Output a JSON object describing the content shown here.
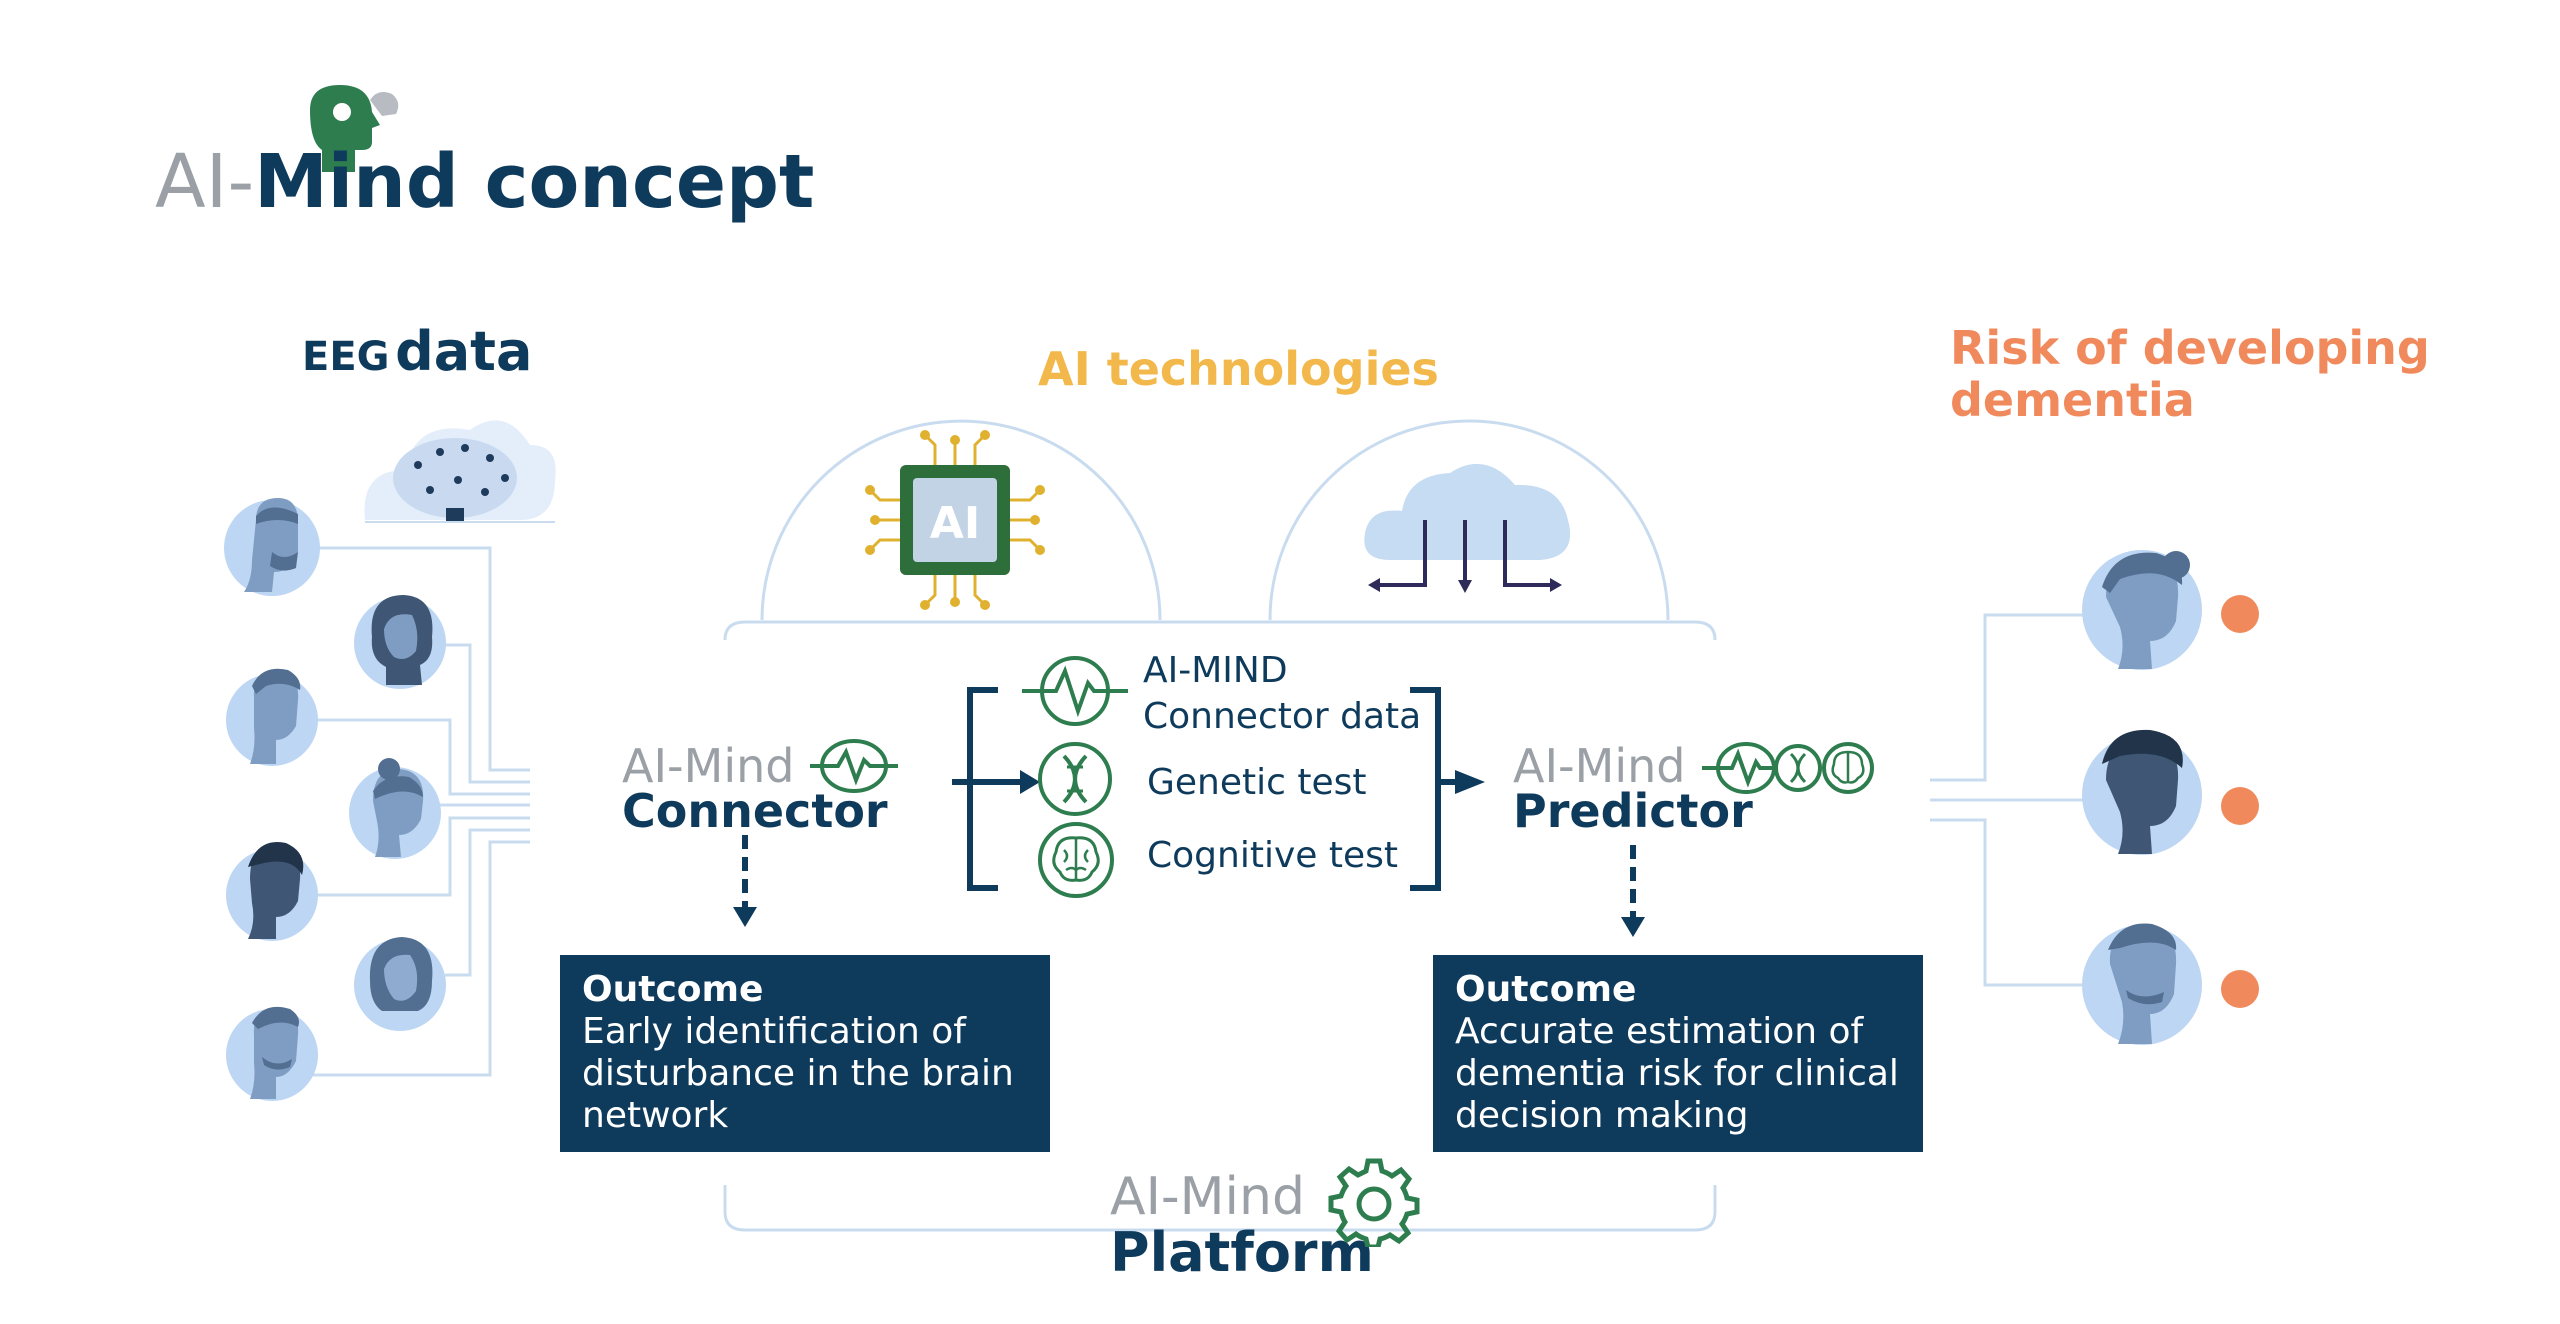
{
  "title": {
    "prefix": "AI-",
    "main": "Mind concept"
  },
  "eeg": {
    "label_small": "EEG",
    "label_big": "data"
  },
  "ai_tech": {
    "label": "AI technologies",
    "chip_text": "AI"
  },
  "risk": {
    "line1": "Risk of developing",
    "line2": "dementia"
  },
  "connector": {
    "line1": "AI-Mind",
    "line2": "Connector"
  },
  "predictor": {
    "line1": "AI-Mind",
    "line2": "Predictor"
  },
  "inputs": {
    "item1_line1": "AI-MIND",
    "item1_line2": "Connector data",
    "item2": "Genetic test",
    "item3": "Cognitive test"
  },
  "outcome_left": {
    "title": "Outcome",
    "line1": "Early identification of",
    "line2": "disturbance in the brain",
    "line3": "network"
  },
  "outcome_right": {
    "title": "Outcome",
    "line1": "Accurate estimation of",
    "line2": "dementia risk for clinical",
    "line3": "decision making"
  },
  "platform": {
    "line1": "AI-Mind",
    "line2": "Platform"
  },
  "colors": {
    "navy": "#0e3a5c",
    "green": "#2e7d4f",
    "orange": "#f08a5d",
    "gold": "#f2b84b",
    "light_blue": "#cfe0f2",
    "grey": "#9aa0a6"
  },
  "icons": [
    "puzzle-head-icon",
    "brain-eeg-icon",
    "ai-chip-icon",
    "cloud-arrows-icon",
    "wave-icon",
    "dna-icon",
    "brain-icon",
    "gear-icon"
  ]
}
